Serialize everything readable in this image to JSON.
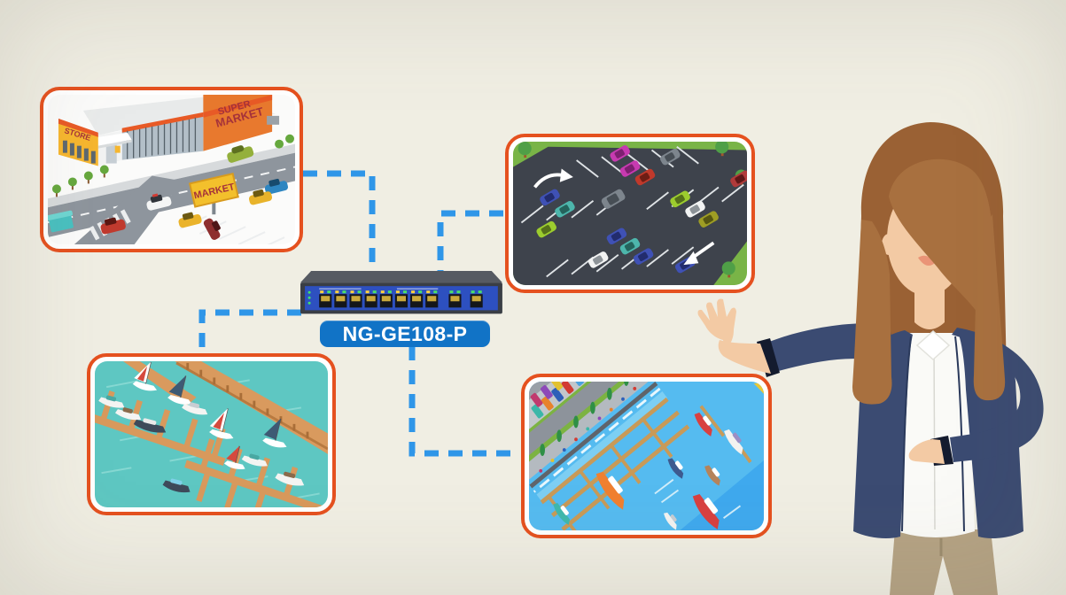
{
  "frame": {
    "background": "#f0eee3"
  },
  "device": {
    "label": "NG-GE108-P",
    "label_bg": "#1173c6",
    "lan_ports": 8,
    "uplink_ports": 2
  },
  "signs": {
    "store": "STORE",
    "wall_line1": "SUPER",
    "wall_line2": "MARKET",
    "billboard": "MARKET"
  },
  "colors": {
    "connector_blue": "#2f96e8",
    "panel_border_orange": "#e5511f",
    "switch_face_blue": "#2d50c0"
  }
}
